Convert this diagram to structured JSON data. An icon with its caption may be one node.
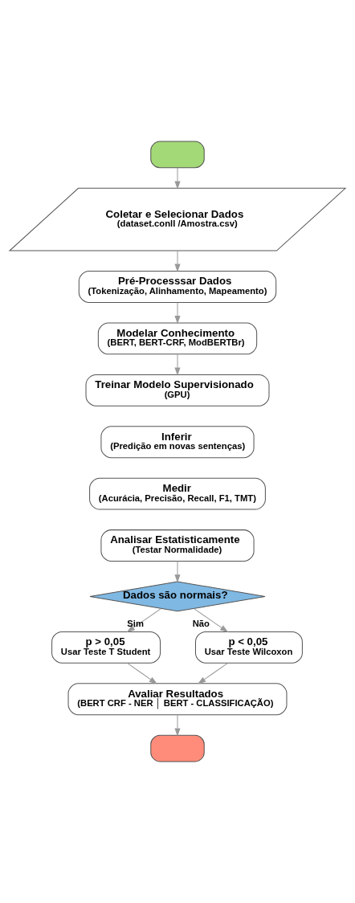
{
  "diagram": {
    "nodes": [
      {
        "text": [],
        "shape": "oval"
      },
      {
        "text": [
          "Coletar e Selecionar Dados",
          "(dataset.conll /Amostra.csv)"
        ]
      },
      {
        "text": [
          "Pré-Processsar Dados",
          "(Tokenização, Alinhamento, Mapeamento)"
        ]
      },
      {
        "text": [
          "Modelar Conhecimento",
          "(BERT, BERT-CRF, ModBERTBr)"
        ]
      },
      {
        "text": [
          "Treinar Modelo Supervisionado",
          "(GPU)"
        ]
      },
      {
        "text": [
          "Inferir",
          "(Predição em novas sentenças)"
        ]
      },
      {
        "text": [
          "Medir",
          "(Acurácia, Precisão, Recall, F1, TMT)"
        ]
      },
      {
        "text": [
          "Analisar Estatisticamente",
          "(Testar Normalidade)"
        ]
      },
      {
        "text": [
          "Dados são normais?"
        ]
      },
      {
        "text": [
          "p > 0,05",
          "Usar Teste T Student"
        ]
      },
      {
        "text": [
          "p < 0,05",
          "Usar Teste Wilcoxon"
        ]
      },
      {
        "text": [
          "Avaliar Resultados",
          "(BERT CRF - NER │ BERT - CLASSIFICAÇÃO)"
        ]
      },
      {
        "text": [],
        "shape": "oval"
      }
    ],
    "edges": [
      {
        "from": 0,
        "to": 1,
        "arrow": "to"
      },
      {
        "from": 1,
        "to": 2,
        "arrow": "to"
      },
      {
        "from": 2,
        "to": 3,
        "arrow": "to"
      },
      {
        "from": 3,
        "to": 4,
        "arrow": "to"
      },
      {
        "from": 7,
        "to": 8,
        "arrow": "to"
      },
      {
        "from": 8,
        "to": 9,
        "arrow": "to",
        "label": "Sim"
      },
      {
        "from": 8,
        "to": 10,
        "arrow": "to",
        "label": "Não"
      },
      {
        "from": 9,
        "to": 11,
        "arrow": "to"
      },
      {
        "from": 10,
        "to": 11,
        "arrow": "to"
      },
      {
        "from": 11,
        "to": 12,
        "arrow": "to"
      }
    ]
  }
}
